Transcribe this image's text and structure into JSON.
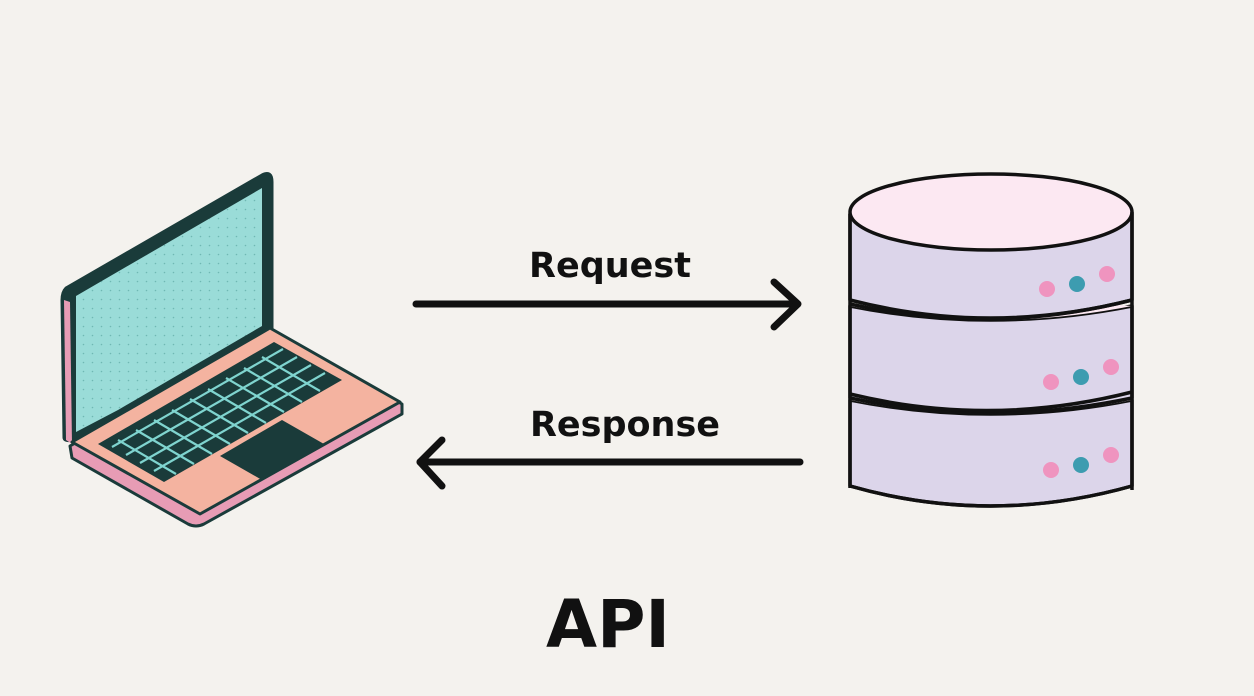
{
  "diagram": {
    "request_label": "Request",
    "response_label": "Response",
    "title": "API"
  },
  "colors": {
    "background": "#f4f2ee",
    "ink": "#111111",
    "laptop_outline": "#1a3b3a",
    "laptop_screen": "#9adcd8",
    "laptop_base": "#f4b3a0",
    "laptop_trim": "#e79cb5",
    "server_top": "#fce8f2",
    "server_body": "#dcd5ea",
    "server_dot_pink": "#ef94bf",
    "server_dot_teal": "#3d9cb0"
  },
  "icons": {
    "client": "laptop-icon",
    "server": "database-server-icon"
  }
}
